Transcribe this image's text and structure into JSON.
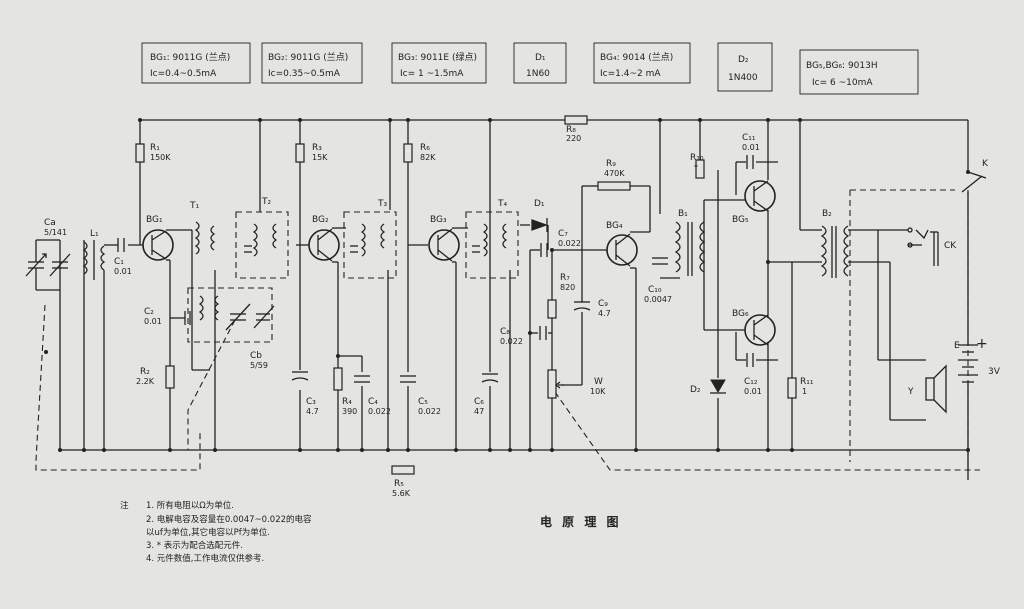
{
  "spec_boxes": [
    {
      "line1": "BG₁: 9011G (兰点)",
      "line2": "Ic=0.4~0.5mA"
    },
    {
      "line1": "BG₂: 9011G (兰点)",
      "line2": "Ic=0.35~0.5mA"
    },
    {
      "line1": "BG₃: 9011E (绿点)",
      "line2": "Ic= 1 ~1.5mA"
    },
    {
      "line1": "D₁",
      "line2": "1N60"
    },
    {
      "line1": "BG₄: 9014 (兰点)",
      "line2": "Ic=1.4~2 mA"
    },
    {
      "line1": "D₂",
      "line2": "1N400"
    },
    {
      "line1": "BG₅,BG₆:    9013H",
      "line2": "Ic= 6 ~10mA"
    }
  ],
  "components": {
    "Ca": {
      "name": "Ca",
      "value": "5/141"
    },
    "L1": "L₁",
    "C1": {
      "name": "C₁",
      "value": "0.01"
    },
    "C2": {
      "name": "C₂",
      "value": "0.01"
    },
    "R1": {
      "name": "R₁",
      "value": "150K"
    },
    "R2": {
      "name": "R₂",
      "value": "2.2K"
    },
    "BG1": "BG₁",
    "T1": "T₁",
    "T2": "T₂",
    "Cb": {
      "name": "Cb",
      "value": "5/59"
    },
    "C3": {
      "name": "C₃",
      "value": "4.7"
    },
    "R3": {
      "name": "R₃",
      "value": "15K"
    },
    "BG2": "BG₂",
    "R4": {
      "name": "R₄",
      "value": "390"
    },
    "C4": {
      "name": "C₄",
      "value": "0.022"
    },
    "T3": "T₃",
    "R6": {
      "name": "R₆",
      "value": "82K"
    },
    "C5": {
      "name": "C₅",
      "value": "0.022"
    },
    "BG3": "BG₃",
    "T4": "T₄",
    "C6": {
      "name": "C₆",
      "value": "47"
    },
    "D1": "D₁",
    "R8": {
      "name": "R₈",
      "value": "220"
    },
    "C7": {
      "name": "C₇",
      "value": "0.022"
    },
    "R7": {
      "name": "R₇",
      "value": "820"
    },
    "C8": {
      "name": "C₈",
      "value": "0.022"
    },
    "C9": {
      "name": "C₉",
      "value": "4.7"
    },
    "R9": {
      "name": "R₉",
      "value": "470K"
    },
    "BG4": "BG₄",
    "W": {
      "name": "W",
      "value": "10K"
    },
    "C10": {
      "name": "C₁₀",
      "value": "0.0047"
    },
    "B1": "B₁",
    "R10": {
      "name": "R₁₀",
      "value": "*"
    },
    "C11": {
      "name": "C₁₁",
      "value": "0.01"
    },
    "BG5": "BG₅",
    "BG6": "BG₆",
    "D2": "D₂",
    "C12": {
      "name": "C₁₂",
      "value": "0.01"
    },
    "R11": {
      "name": "R₁₁",
      "value": "1"
    },
    "B2": "B₂",
    "K": "K",
    "CK": "CK",
    "E": "E",
    "E_value": "3V",
    "Y": "Y",
    "plus": "+",
    "R5": {
      "name": "R₅",
      "value": "5.6K"
    }
  },
  "title": "电 原 理 图",
  "notes": {
    "label": "注",
    "items": [
      "1.  所有电阻以Ω为单位.",
      "2.  电解电容及容量在0.0047~0.022的电容",
      "     以uf为单位,其它电容以Pf为单位.",
      "3.  * 表示为配合选配元件.",
      "4.  元件数值,工作电流仅供参考."
    ]
  }
}
